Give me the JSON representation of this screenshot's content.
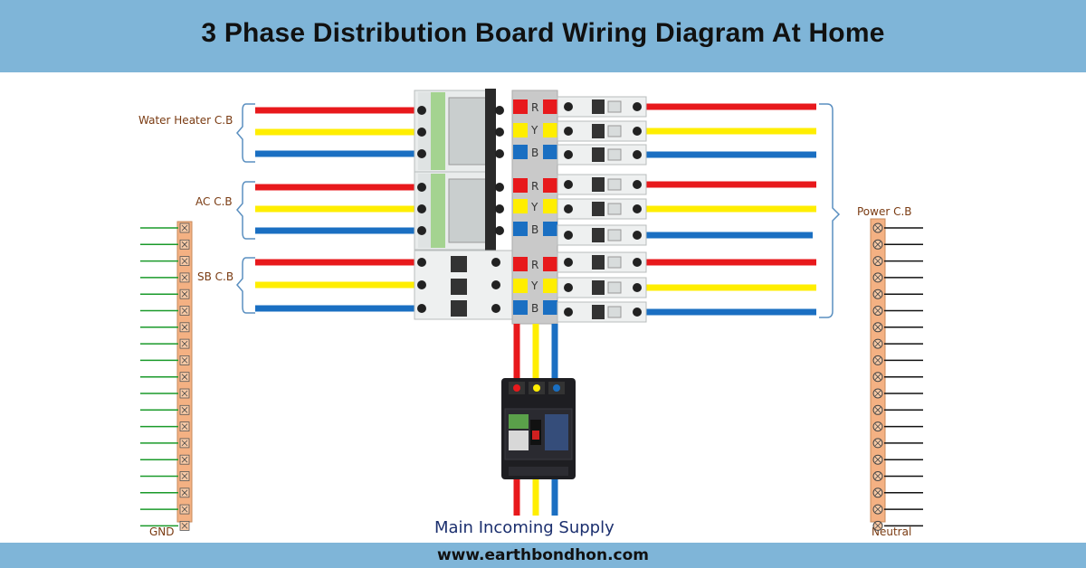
{
  "header": {
    "title": "3 Phase Distribution Board Wiring Diagram At Home"
  },
  "footer": {
    "website": "www.earthbondhon.com"
  },
  "labels": {
    "water_heater": "Water Heater  C.B",
    "ac": "AC C.B",
    "sb": "SB C.B",
    "power": "Power  C.B",
    "gnd": "GND",
    "neutral": "Neutral",
    "main_supply": "Main Incoming Supply"
  },
  "busbar": {
    "phases": [
      "R",
      "Y",
      "B",
      "R",
      "Y",
      "B",
      "R",
      "Y",
      "B"
    ]
  },
  "colors": {
    "header_bg": "#7fb5d8",
    "red": "#e8191c",
    "yellow": "#ffee00",
    "blue": "#1a6fc2",
    "ground": "#1a9a2a",
    "terminal": "#f4b183",
    "bracket": "#5a8fc0"
  },
  "icons": [
    "breaker-icon",
    "mccb-icon",
    "screw-terminal-icon"
  ]
}
